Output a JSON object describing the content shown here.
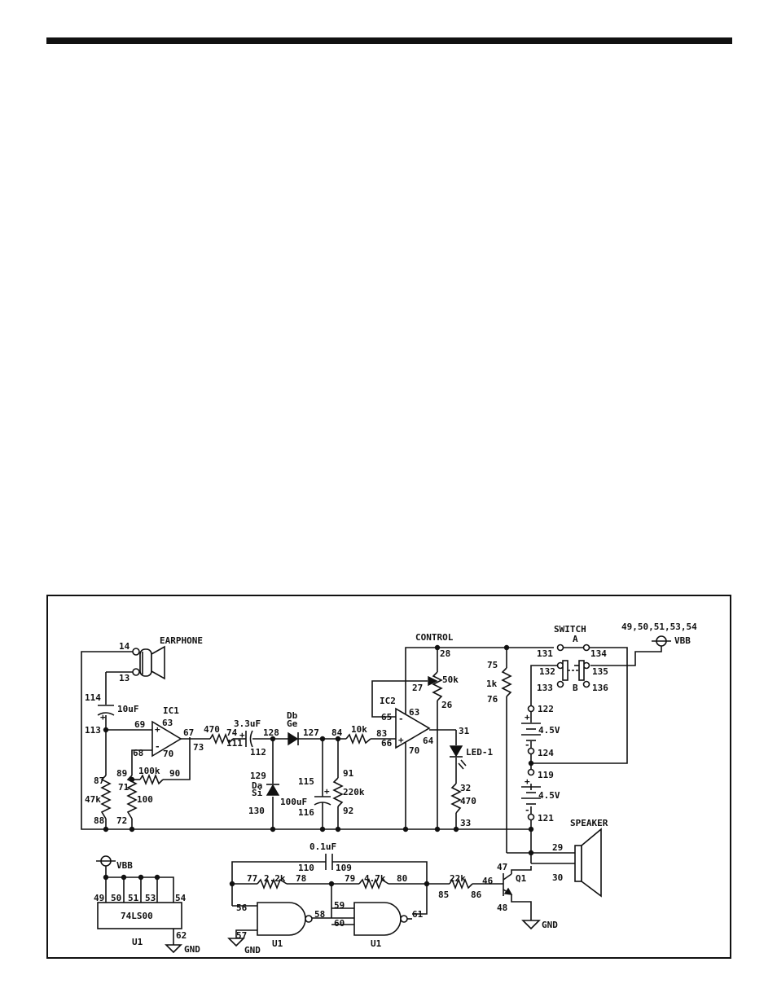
{
  "labels": {
    "earphone": "EARPHONE",
    "control": "CONTROL",
    "switch": "SWITCH",
    "switch_a": "A",
    "switch_b": "B",
    "vbb_nodes": "49,50,51,53,54",
    "vbb": "VBB",
    "ic1": "IC1",
    "ic2": "IC2",
    "db": "Db",
    "ge": "Ge",
    "da": "Da",
    "si": "Si",
    "led": "LED-1",
    "speaker": "SPEAKER",
    "q1": "Q1",
    "gnd": "GND",
    "chip": "74LS00",
    "u1": "U1",
    "c_10uF": "10uF",
    "c_3_3uF": "3.3uF",
    "c_100uF": "100uF",
    "c_0_1uF": "0.1uF",
    "r_470": "470",
    "r_10k": "10k",
    "r_50k": "50k",
    "r_1k": "1k",
    "r_220k": "220k",
    "r_100k": "100k",
    "r_100": "100",
    "r_47k": "47k",
    "r_2_2k": "2.2k",
    "r_4_7k": "4.7k",
    "r_22k": "22k",
    "bat_v": "4.5V",
    "plus": "+",
    "minus": "-"
  },
  "nodes": {
    "n14": "14",
    "n13": "13",
    "n114": "114",
    "n113": "113",
    "n69": "69",
    "n63": "63",
    "n67": "67",
    "n68": "68",
    "n70": "70",
    "n73": "73",
    "n74": "74",
    "n111": "111",
    "n112": "112",
    "n128": "128",
    "n127": "127",
    "n84": "84",
    "n83": "83",
    "n65": "65",
    "n66": "66",
    "n64": "64",
    "n28": "28",
    "n27": "27",
    "n26": "26",
    "n31": "31",
    "n32": "32",
    "n33": "33",
    "n75": "75",
    "n76": "76",
    "n131": "131",
    "n132": "132",
    "n133": "133",
    "n134": "134",
    "n135": "135",
    "n136": "136",
    "n122": "122",
    "n124": "124",
    "n119": "119",
    "n121": "121",
    "n129": "129",
    "n130": "130",
    "n115": "115",
    "n116": "116",
    "n91": "91",
    "n92": "92",
    "n89": "89",
    "n90": "90",
    "n71": "71",
    "n72": "72",
    "n87": "87",
    "n88": "88",
    "n29": "29",
    "n30": "30",
    "n47": "47",
    "n48": "48",
    "n46": "46",
    "n85": "85",
    "n86": "86",
    "n110": "110",
    "n109": "109",
    "n77": "77",
    "n78": "78",
    "n79": "79",
    "n80": "80",
    "n56": "56",
    "n57": "57",
    "n58": "58",
    "n59": "59",
    "n60": "60",
    "n61": "61",
    "n49": "49",
    "n50": "50",
    "n51": "51",
    "n53": "53",
    "n54": "54",
    "n62": "62"
  }
}
